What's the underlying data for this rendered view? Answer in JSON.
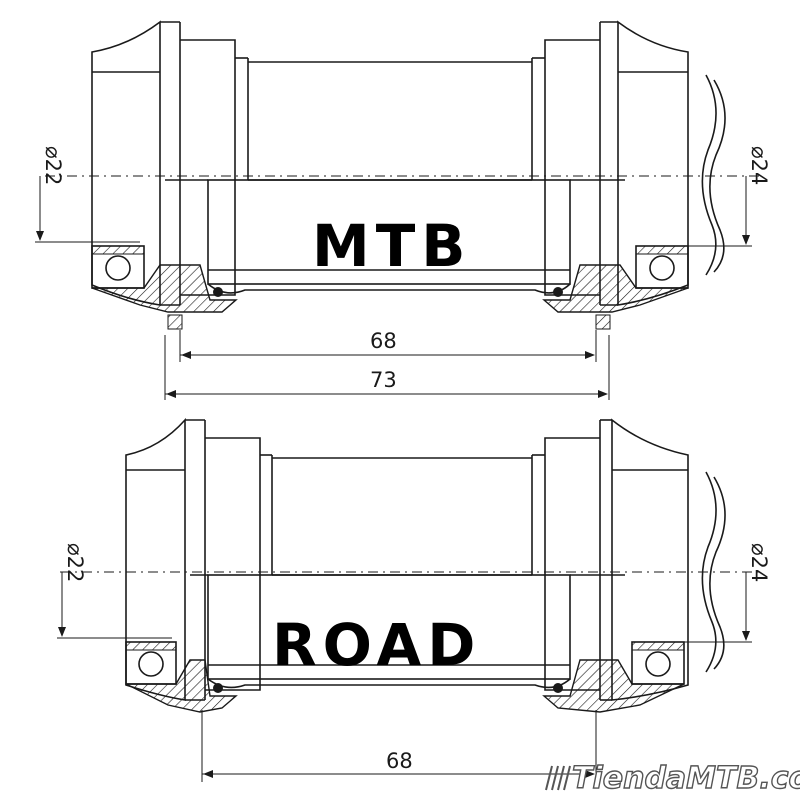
{
  "diagrams": [
    {
      "label": "MTB",
      "dim_left": "⌀22",
      "dim_right": "⌀24",
      "dim_inner": "68",
      "dim_outer": "73"
    },
    {
      "label": "ROAD",
      "dim_left": "⌀22",
      "dim_right": "⌀24",
      "dim_inner": "68"
    }
  ],
  "watermark": "TiendaMTB.com"
}
